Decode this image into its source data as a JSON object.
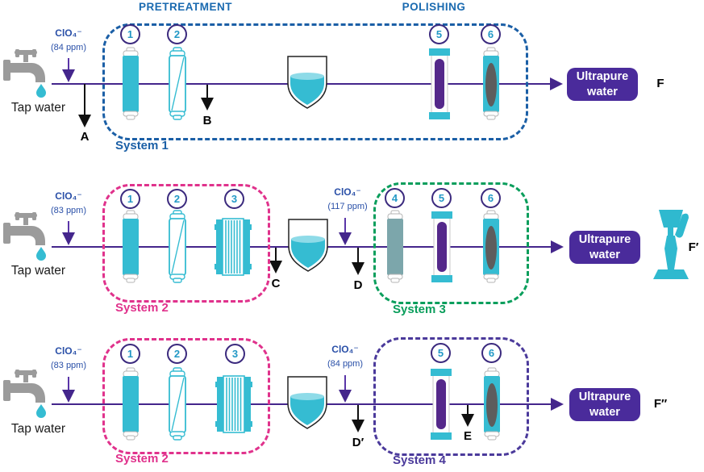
{
  "header": {
    "pretreatment": "PRETREATMENT",
    "polishing": "POLISHING"
  },
  "rows": {
    "row1": {
      "tap_label": "Tap water",
      "inlet_chem": "ClO₄⁻",
      "inlet_ppm": "(84 ppm)",
      "sample_a": "A",
      "sample_b": "B",
      "system_label": "System 1",
      "comp1": "1",
      "comp2": "2",
      "comp5": "5",
      "comp6": "6",
      "output_label": "Ultrapure water",
      "outlet_sample": "F"
    },
    "row2": {
      "tap_label": "Tap water",
      "inlet_chem": "ClO₄⁻",
      "inlet_ppm": "(83 ppm)",
      "system_label": "System 2",
      "comp1": "1",
      "comp2": "2",
      "comp3": "3",
      "sample_c": "C",
      "mid_chem": "ClO₄⁻",
      "mid_ppm": "(117 ppm)",
      "sample_d": "D",
      "system3_label": "System 3",
      "comp4": "4",
      "comp5": "5",
      "comp6": "6",
      "output_label": "Ultrapure water",
      "outlet_sample": "F′"
    },
    "row3": {
      "tap_label": "Tap water",
      "inlet_chem": "ClO₄⁻",
      "inlet_ppm": "(83 ppm)",
      "system_label": "System 2",
      "comp1": "1",
      "comp2": "2",
      "comp3": "3",
      "mid_chem": "ClO₄⁻",
      "mid_ppm": "(84 ppm)",
      "sample_dprime": "D′",
      "system4_label": "System 4",
      "comp5": "5",
      "sample_e": "E",
      "comp6": "6",
      "output_label": "Ultrapure water",
      "outlet_sample": "F″"
    }
  },
  "colors": {
    "cyan": "#35bcd2",
    "flow_line_purple": "#44268c",
    "system1_blue": "#1b5fa6",
    "system2_pink": "#e0328c",
    "system3_green": "#0a9e5c",
    "system4_purple": "#4b3a9b",
    "ultrapure_box": "#4a2b9b",
    "chem_label_blue": "#2a50a8",
    "uv_rod_purple": "#54288a",
    "component4_slate": "#7ca6ab",
    "faucet_gray": "#9b9b9b"
  }
}
